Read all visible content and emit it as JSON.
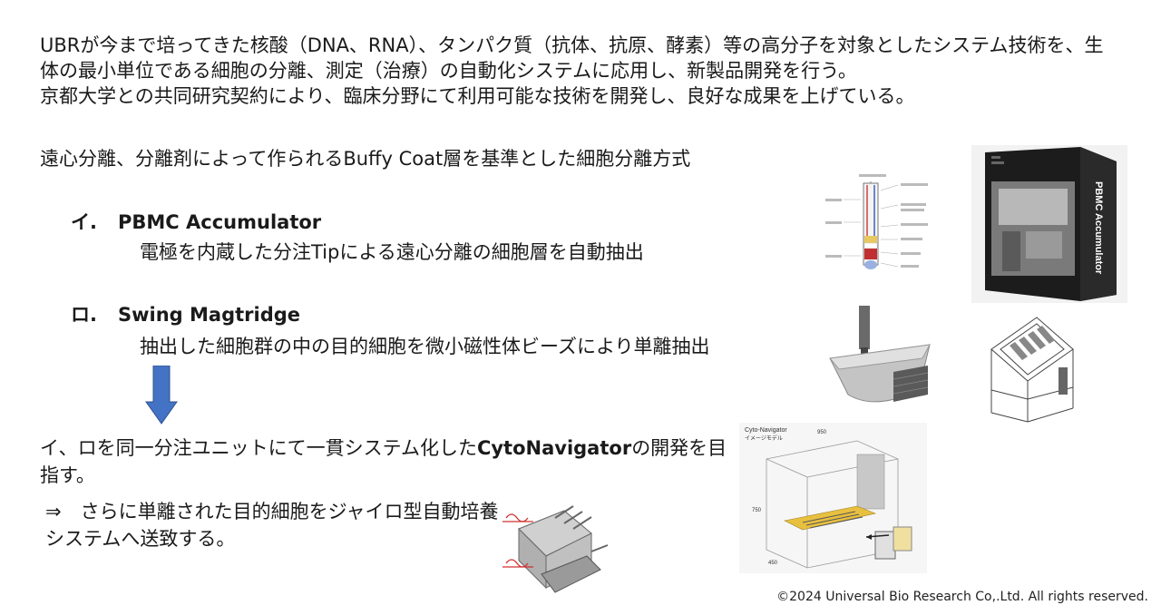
{
  "intro": {
    "paragraph1": "UBRが今まで培ってきた核酸（DNA、RNA）、タンパク質（抗体、抗原、酵素）等の高分子を対象としたシステム技術を、生体の最小単位である細胞の分離、測定（治療）の自動化システムに応用し、新製品開発を行う。",
    "paragraph2": "京都大学との共同研究契約により、臨床分野にて利用可能な技術を開発し、良好な成果を上げている。"
  },
  "method": "遠心分離、分離剤によって作られるBuffy Coat層を基準とした細胞分離方式",
  "items": [
    {
      "mark": "イ.",
      "title": "PBMC Accumulator",
      "description": "電極を内蔵した分注Tipによる遠心分離の細胞層を自動抽出"
    },
    {
      "mark": "ロ.",
      "title": "Swing Magtridge",
      "description": "抽出した細胞群の中の目的細胞を微小磁性体ビーズにより単離抽出"
    }
  ],
  "conclusion": {
    "prefix": "イ、ロを同一分注ユニットにて一貫システム化した",
    "product": "CytoNavigator",
    "suffix": "の開発を目指す。"
  },
  "note": "⇒　さらに単離された目的細胞をジャイロ型自動培養システムへ送致する。",
  "figures": {
    "device_label": "PBMC Accumulator",
    "cyto_title": "Cyto-Navigator",
    "cyto_subtitle": "イメージモデル",
    "dim_width": "950",
    "dim_height": "750",
    "dim_depth": "450"
  },
  "colors": {
    "arrow": "#4472c4",
    "text": "#1a1a1a"
  },
  "copyright": "©2024 Universal Bio Research Co,.Ltd. All rights reserved."
}
